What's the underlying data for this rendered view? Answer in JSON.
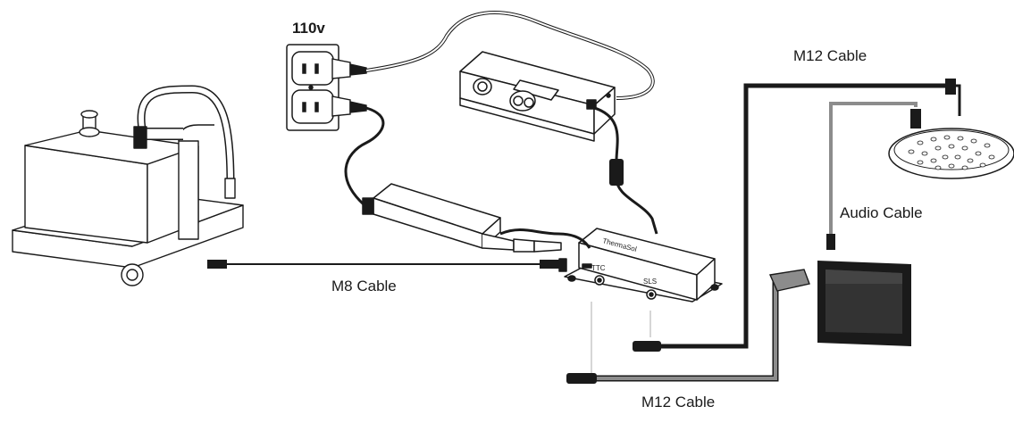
{
  "labels": {
    "voltage": "110v",
    "m8_cable": "M8 Cable",
    "m12_cable_top": "M12 Cable",
    "m12_cable_bottom": "M12 Cable",
    "audio_cable": "Audio Cable"
  },
  "module": {
    "brand": "ThermaSol",
    "port_ttc": "TTC",
    "port_sls": "SLS"
  },
  "colors": {
    "line": "#1a1a1a",
    "cable_black": "#1a1a1a",
    "cable_gray": "#8c8c8c",
    "cable_dark_gray": "#555555",
    "screen": "#333333"
  }
}
